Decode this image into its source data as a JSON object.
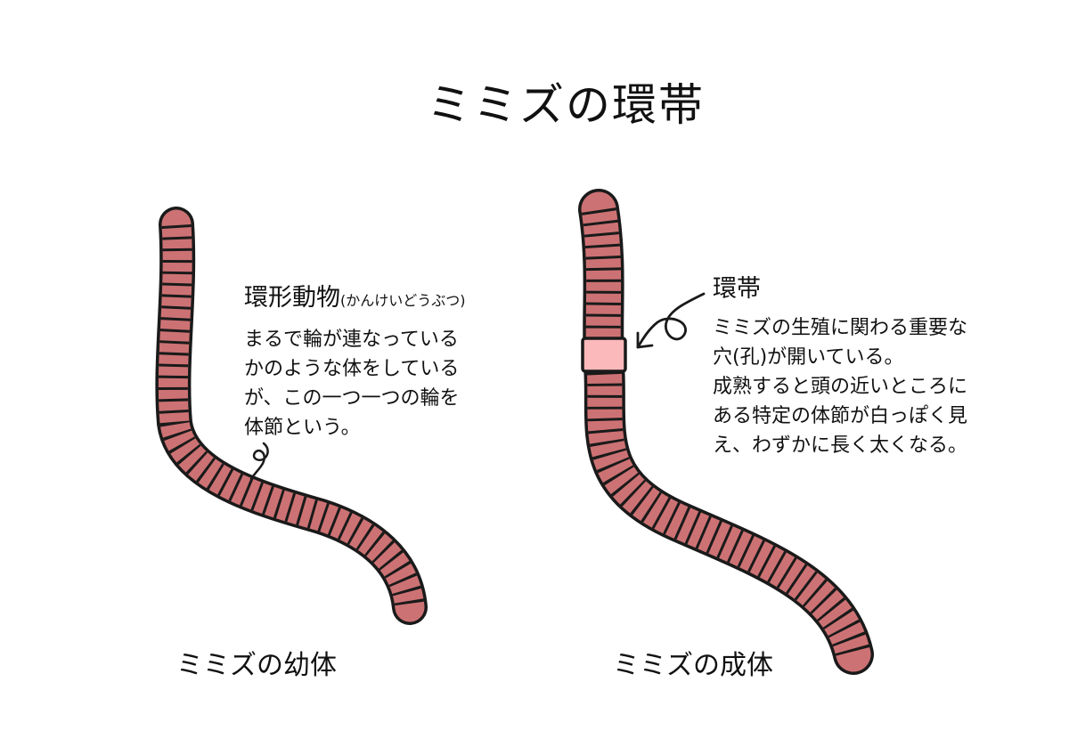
{
  "title": "ミミズの環帯",
  "left": {
    "heading": "環形動物",
    "reading": "(かんけいどうぶつ)",
    "lines": [
      "まるで輪が連なっている",
      "かのような体をしている",
      "が、この一つ一つの輪を",
      "体節という。"
    ],
    "caption": "ミミズの幼体"
  },
  "right": {
    "heading": "環帯",
    "lines": [
      "ミミズの生殖に関わる重要な",
      "穴(孔)が開いている。",
      "成熟すると頭の近いところに",
      "ある特定の体節が白っぽく見",
      "え、わずかに長く太くなる。"
    ],
    "caption": "ミミズの成体"
  },
  "colors": {
    "worm_body": "#cd7274",
    "worm_outline": "#1a1a1a",
    "clitellum": "#fbb9bb"
  }
}
